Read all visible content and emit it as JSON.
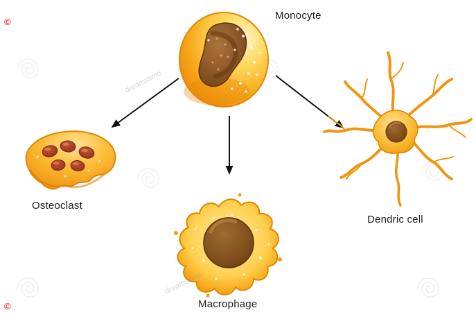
{
  "diagram": {
    "subject": "monocyte-differentiation",
    "edges": [
      {
        "from": "monocyte",
        "to": "osteoclast"
      },
      {
        "from": "monocyte",
        "to": "macrophage"
      },
      {
        "from": "monocyte",
        "to": "dendritic"
      }
    ]
  },
  "labels": {
    "monocyte": "Monocyte",
    "osteoclast": "Osteoclast",
    "macrophage": "Macrophage",
    "dendritic": "Dendric cell"
  },
  "watermark": {
    "copyright": "©",
    "brand": "dreamstime"
  },
  "colors": {
    "cell_orange": "#F59E0B",
    "cell_yellow": "#FFD95C",
    "cell_outline": "#DE8706",
    "nucleus_brown": "#7A4A1C",
    "osteoclast_nucleus_red": "#A9442A",
    "arrow_black": "#111111",
    "watermark_red": "#E0372A"
  }
}
